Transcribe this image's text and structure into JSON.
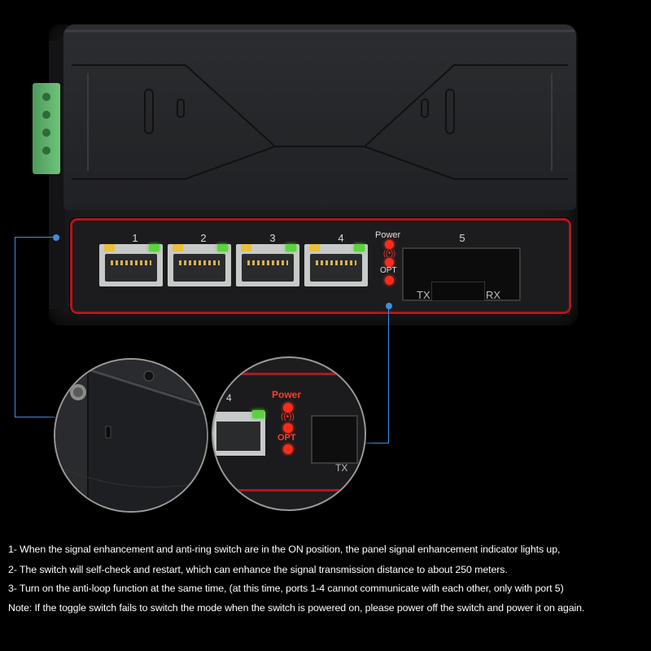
{
  "product": {
    "ports": [
      "1",
      "2",
      "3",
      "4"
    ],
    "sfp_port": "5",
    "sfp_tx": "TX",
    "sfp_rx": "RX",
    "power_label": "Power",
    "opt_label": "OPT",
    "signal_icon": "wireless-signal-icon"
  },
  "zoom_right": {
    "port_number": "4",
    "power_label": "Power",
    "opt_label": "OPT",
    "tx_fragment": "TX"
  },
  "colors": {
    "panel_border": "#b3151c",
    "led_red": "#ff2a1a",
    "led_green": "#5cd23e",
    "callout_line": "#3b8fe0",
    "terminal_block": "#6fc47a"
  },
  "notes": [
    "1- When the signal enhancement and anti-ring switch are in the ON position, the panel signal enhancement indicator lights up,",
    "2- The switch will self-check and restart, which can enhance the signal transmission distance to about 250 meters.",
    "3- Turn on the anti-loop function at the same time, (at this time, ports 1-4 cannot communicate with each other, only with port 5)",
    "Note: If the toggle switch fails to switch the mode when the switch is powered on, please power off the switch and power it on again."
  ]
}
